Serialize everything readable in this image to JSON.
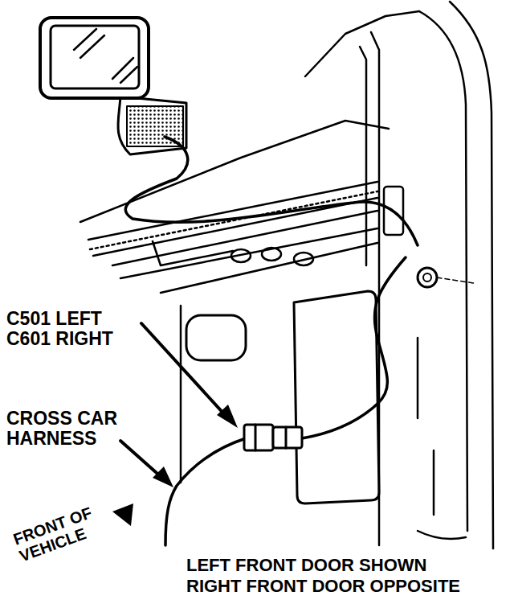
{
  "diagram": {
    "labels": [
      "C501 LEFT",
      "C601 RIGHT",
      "CROSS CAR HARNESS",
      "FRONT OF VEHICLE",
      "LEFT FRONT DOOR SHOWN",
      "RIGHT FRONT DOOR OPPOSITE"
    ]
  }
}
